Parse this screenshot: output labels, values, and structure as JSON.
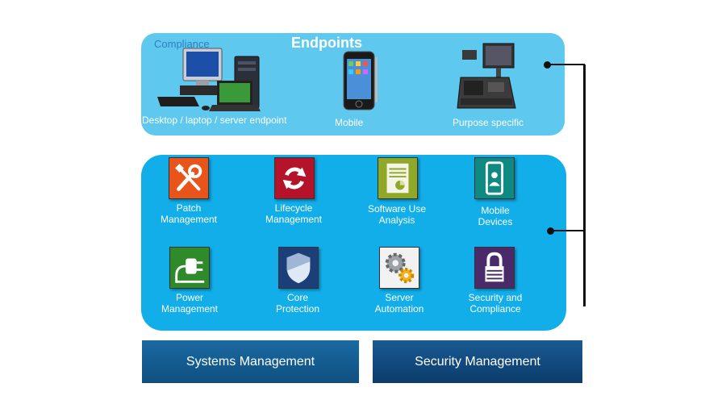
{
  "endpoints": {
    "title": "Endpoints",
    "compliance_label": "Compliance",
    "items": [
      {
        "label": "Desktop / laptop / server endpoint",
        "icon": "desktop-laptop-server-icon"
      },
      {
        "label": "Mobile",
        "icon": "smartphone-icon"
      },
      {
        "label": "Purpose specific",
        "icon": "pos-terminal-icon"
      }
    ]
  },
  "features": [
    {
      "label_line1": "Patch",
      "label_line2": "Management",
      "icon": "wrench-screwdriver-icon",
      "color": "#e8541a"
    },
    {
      "label_line1": "Lifecycle",
      "label_line2": "Management",
      "icon": "refresh-cycle-icon",
      "color": "#b5132a"
    },
    {
      "label_line1": "Software Use",
      "label_line2": "Analysis",
      "icon": "spreadsheet-chart-icon",
      "color": "#8fa826"
    },
    {
      "label_line1": "Mobile",
      "label_line2": "Devices",
      "icon": "mobile-device-icon",
      "color": "#0f8a82"
    },
    {
      "label_line1": "Power",
      "label_line2": "Management",
      "icon": "power-plug-icon",
      "color": "#2f8a2a"
    },
    {
      "label_line1": "Core",
      "label_line2": "Protection",
      "icon": "shield-icon",
      "color": "#1c3f7a"
    },
    {
      "label_line1": "Server",
      "label_line2": "Automation",
      "icon": "gears-icon",
      "color": "#e0e0e0"
    },
    {
      "label_line1": "Security and",
      "label_line2": "Compliance",
      "icon": "padlock-icon",
      "color": "#4a2a6a"
    }
  ],
  "bars": {
    "systems": "Systems Management",
    "security": "Security Management"
  }
}
